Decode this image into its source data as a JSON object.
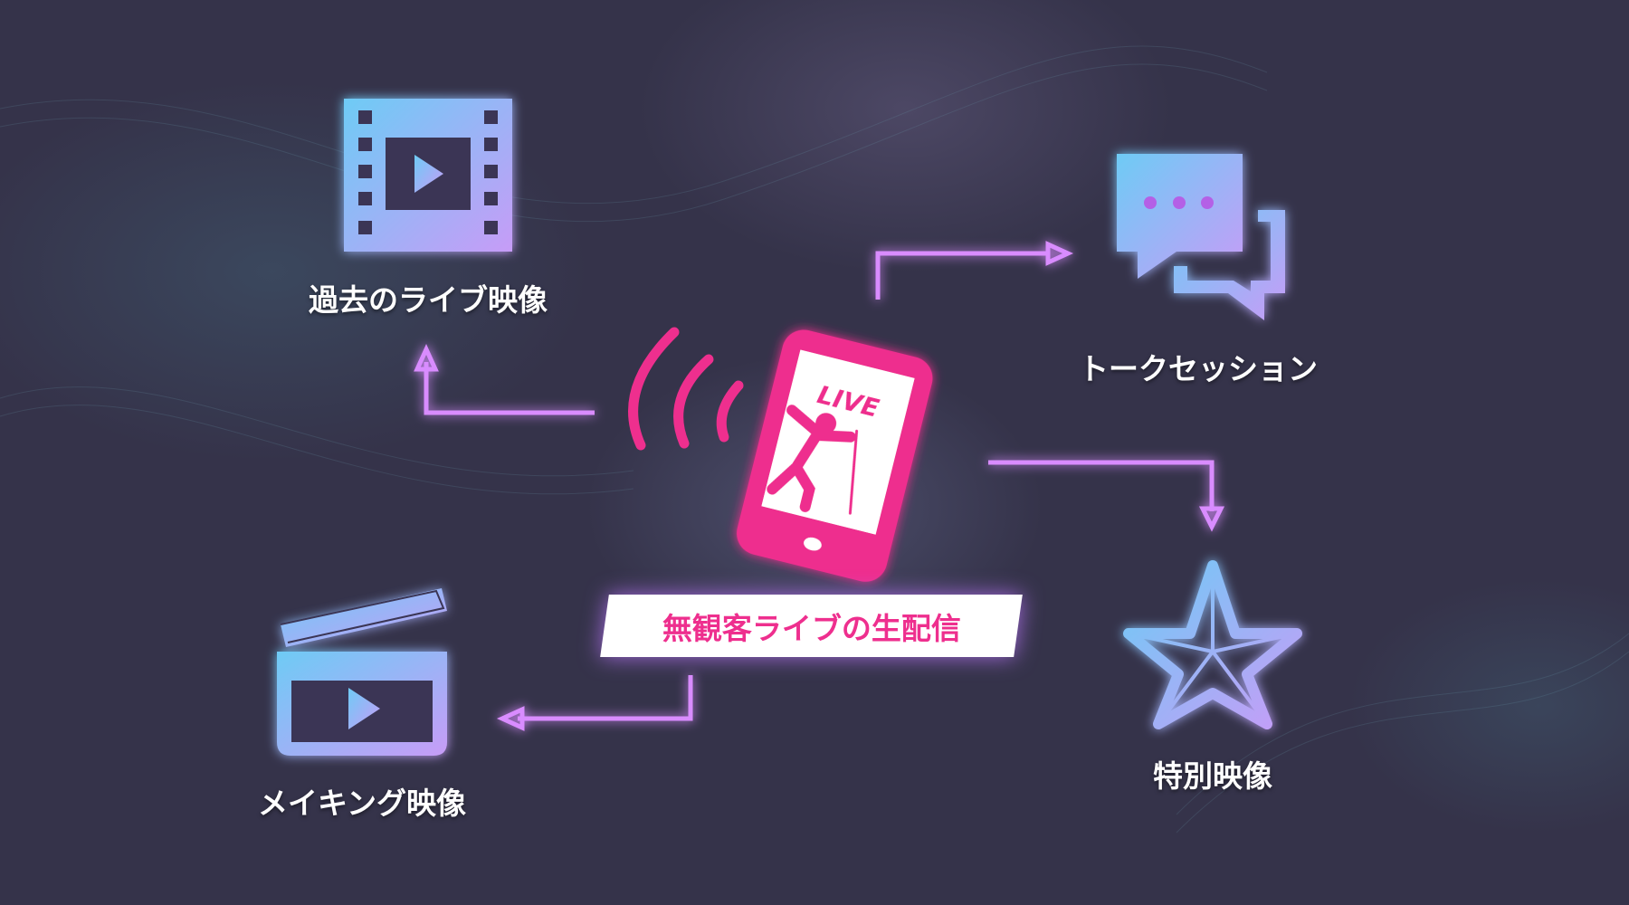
{
  "center": {
    "title": "無観客ライブの生配信",
    "screen_text": "LIVE"
  },
  "features": [
    {
      "label": "過去のライブ映像",
      "icon": "film-icon"
    },
    {
      "label": "トークセッション",
      "icon": "chat-icon"
    },
    {
      "label": "特別映像",
      "icon": "star-icon"
    },
    {
      "label": "メイキング映像",
      "icon": "clapperboard-icon"
    }
  ],
  "colors": {
    "background": "#35334a",
    "pink": "#ee2f8e",
    "arrow": "#d98cff",
    "icon_start": "#6ecbf5",
    "icon_end": "#c79cf7"
  }
}
